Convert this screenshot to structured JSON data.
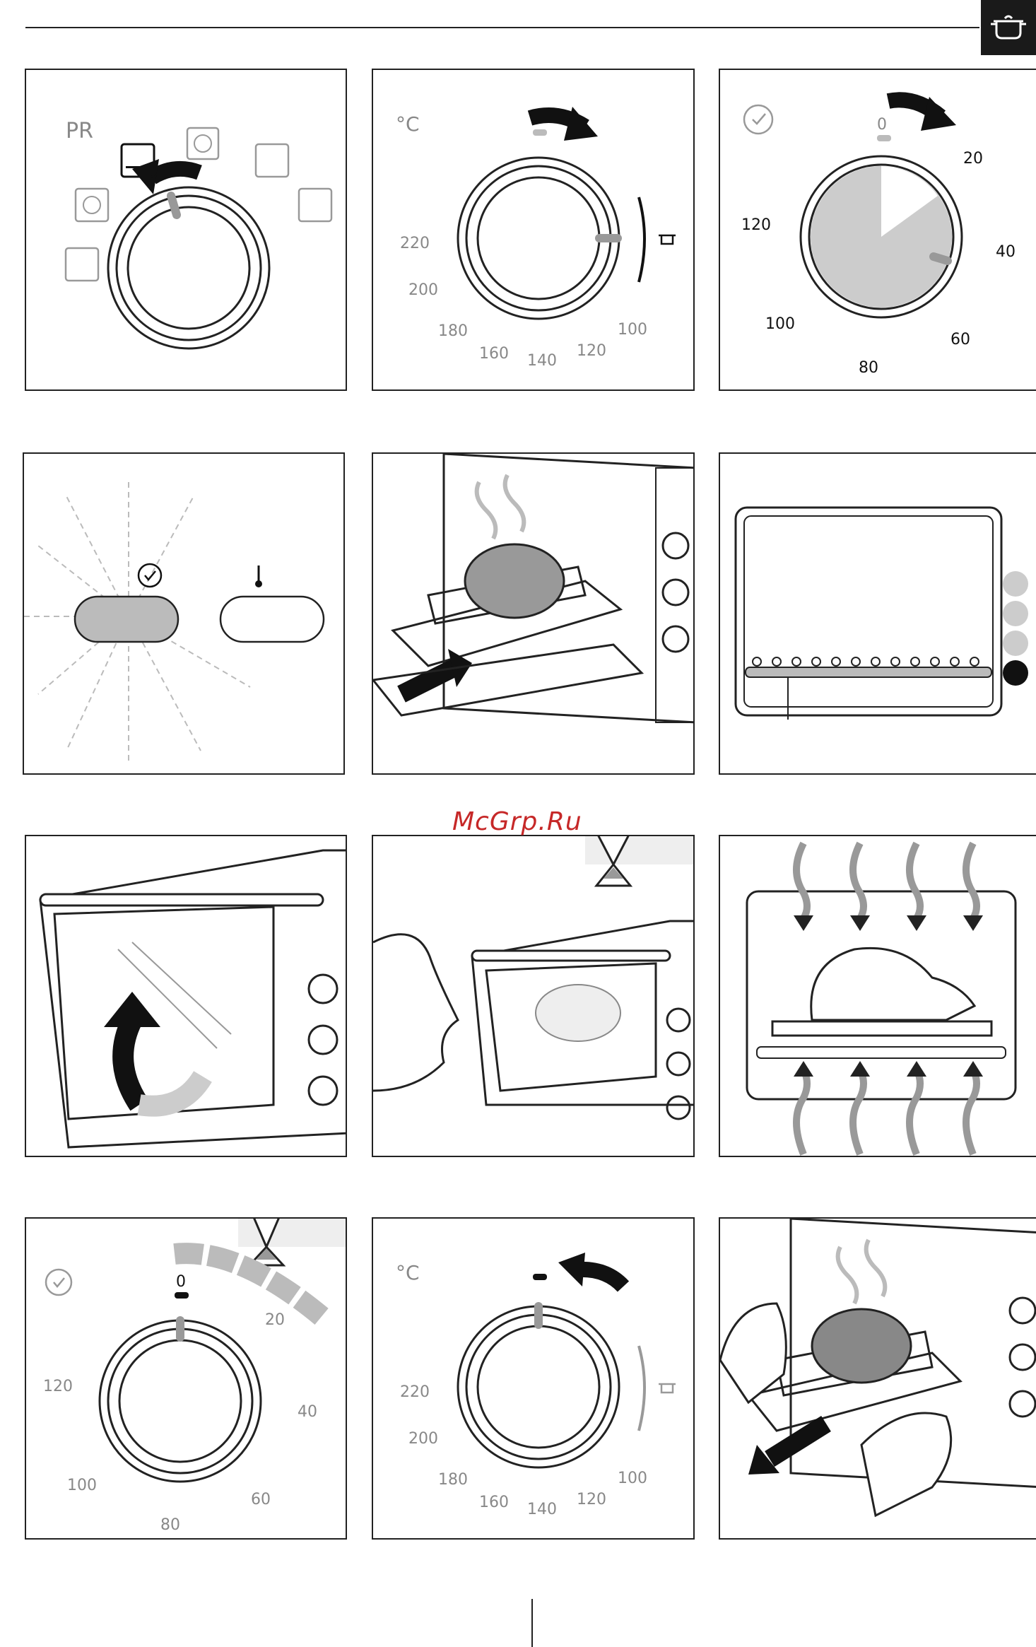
{
  "header": {
    "badge_icon": "pot-icon"
  },
  "watermark": "McGrp.Ru",
  "panels": {
    "p1": {
      "label_pr": "PR"
    },
    "p2": {
      "unit": "°C",
      "temps": [
        "220",
        "200",
        "180",
        "160",
        "140",
        "120",
        "100"
      ]
    },
    "p3": {
      "timer_ticks": [
        "0",
        "20",
        "40",
        "60",
        "80",
        "100",
        "120"
      ]
    },
    "p10": {
      "timer_ticks": [
        "0",
        "20",
        "40",
        "60",
        "80",
        "100",
        "120"
      ]
    },
    "p11": {
      "unit": "°C",
      "temps": [
        "220",
        "200",
        "180",
        "160",
        "140",
        "120",
        "100"
      ]
    }
  },
  "colors": {
    "ink": "#222222",
    "grey": "#9e9e9e",
    "light_grey": "#c8c8c8",
    "watermark": "#c62828"
  }
}
